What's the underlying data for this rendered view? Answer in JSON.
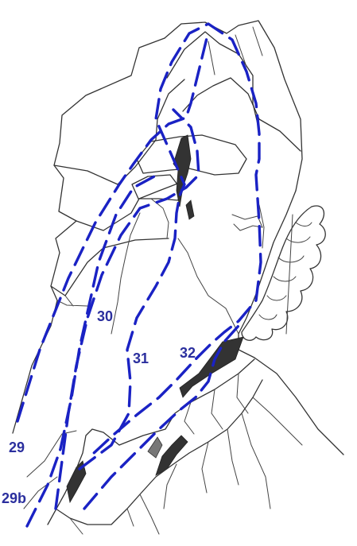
{
  "colors": {
    "route": "#1a22c4",
    "label": "#2b2f9e",
    "rock_line": "#333333"
  },
  "routes": [
    {
      "id": "29",
      "label": "29"
    },
    {
      "id": "29b",
      "label": "29b"
    },
    {
      "id": "30",
      "label": "30"
    },
    {
      "id": "31",
      "label": "31"
    },
    {
      "id": "32",
      "label": "32"
    }
  ]
}
